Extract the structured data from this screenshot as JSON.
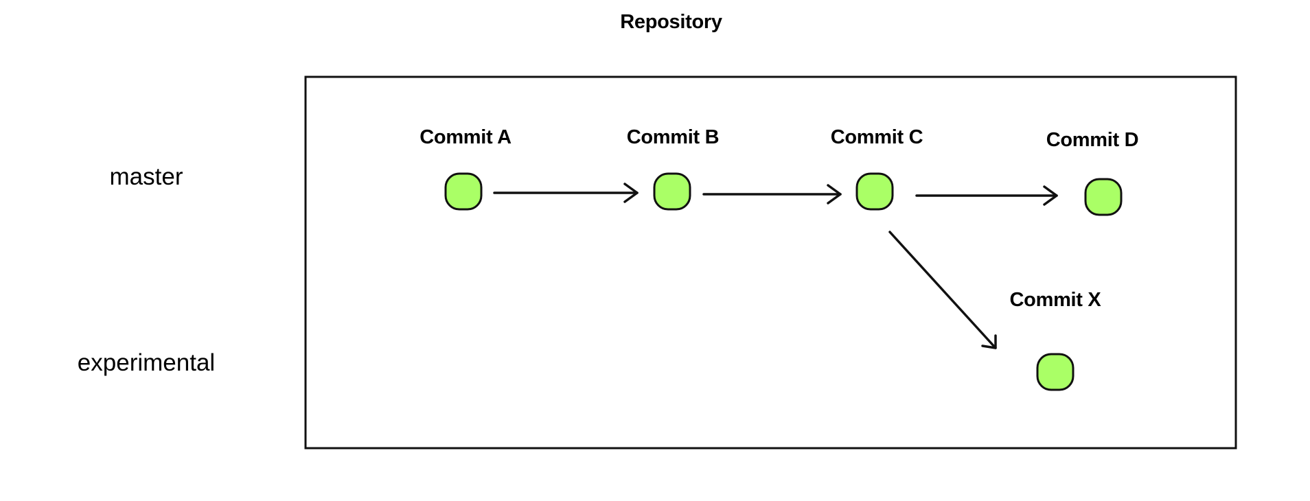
{
  "title": "Repository",
  "branches": {
    "master": "master",
    "experimental": "experimental"
  },
  "commits": {
    "a": "Commit A",
    "b": "Commit B",
    "c": "Commit C",
    "d": "Commit D",
    "x": "Commit X"
  },
  "colors": {
    "commit_fill": "#aaff66",
    "stroke": "#111111"
  }
}
